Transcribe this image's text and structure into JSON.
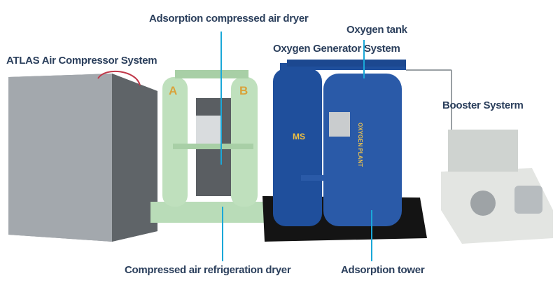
{
  "labels": {
    "compressor": "ATLAS Air Compressor System",
    "adsorption_dryer": "Adsorption compressed air dryer",
    "oxygen_tank": "Oxygen tank",
    "generator": "Oxygen Generator System",
    "booster": "Booster Systerm",
    "refrigeration_dryer": "Compressed air refrigeration dryer",
    "adsorption_tower": "Adsorption tower"
  },
  "equipment_marks": {
    "tower_a": "A",
    "tower_b": "B",
    "brand": "MS",
    "plant_text": "OXYGEN PLANT"
  },
  "colors": {
    "label_text": "#2b3f5c",
    "leader_line": "#1aa8d8",
    "dryer_green": "#b9dcb8",
    "generator_blue": "#1f4f9c",
    "cabinet_gray": "#8d9296"
  }
}
